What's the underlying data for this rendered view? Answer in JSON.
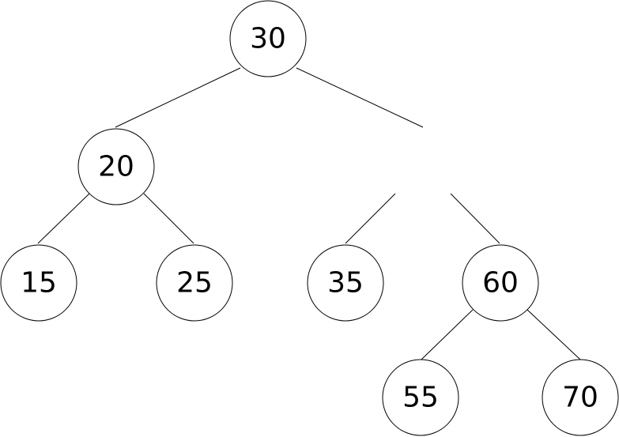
{
  "tree": {
    "nodes": [
      {
        "id": "n30",
        "label": "30"
      },
      {
        "id": "n20",
        "label": "20"
      },
      {
        "id": "n15",
        "label": "15"
      },
      {
        "id": "n25",
        "label": "25"
      },
      {
        "id": "n35",
        "label": "35"
      },
      {
        "id": "n60",
        "label": "60"
      },
      {
        "id": "n55",
        "label": "55"
      },
      {
        "id": "n70",
        "label": "70"
      }
    ],
    "edges": [
      {
        "from": "n30",
        "to": "n20"
      },
      {
        "from": "n30",
        "to": "gap"
      },
      {
        "from": "n20",
        "to": "n15"
      },
      {
        "from": "n20",
        "to": "n25"
      },
      {
        "from": "gap",
        "to": "n35"
      },
      {
        "from": "gap",
        "to": "n60"
      },
      {
        "from": "n60",
        "to": "n55"
      },
      {
        "from": "n60",
        "to": "n70"
      }
    ]
  },
  "colors": {
    "stroke": "#000000",
    "fill": "#ffffff",
    "text": "#000000"
  }
}
